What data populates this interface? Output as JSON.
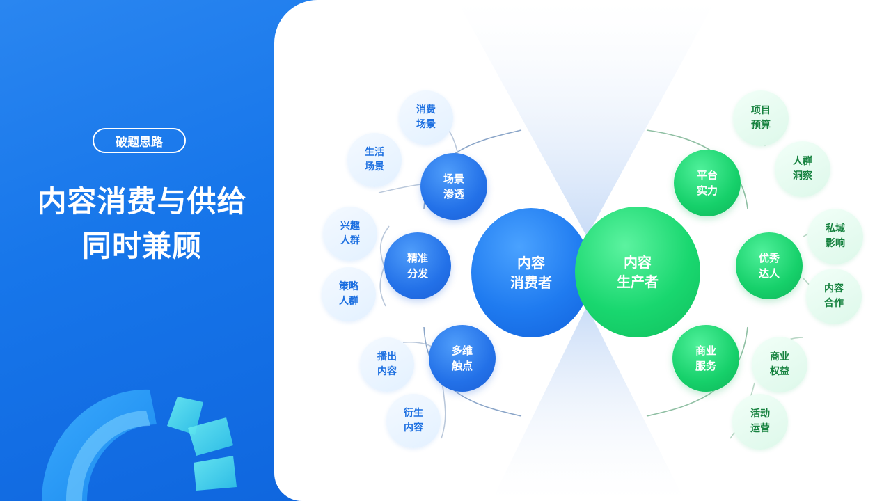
{
  "tag": "破题思路",
  "title_lines": [
    "内容消费与供给",
    "同时兼顾"
  ],
  "hubs": {
    "consumer": "内容\n消费者",
    "producer": "内容\n生产者"
  },
  "consumer_branches": [
    {
      "label": "场景\n渗透",
      "leaves": [
        "消费\n场景",
        "生活\n场景"
      ]
    },
    {
      "label": "精准\n分发",
      "leaves": [
        "兴趣\n人群",
        "策略\n人群"
      ]
    },
    {
      "label": "多维\n触点",
      "leaves": [
        "播出\n内容",
        "衍生\n内容"
      ]
    }
  ],
  "producer_branches": [
    {
      "label": "平台\n实力",
      "leaves": [
        "项目\n预算",
        "人群\n洞察"
      ]
    },
    {
      "label": "优秀\n达人",
      "leaves": [
        "私域\n影响",
        "内容\n合作"
      ]
    },
    {
      "label": "商业\n服务",
      "leaves": [
        "商业\n权益",
        "活动\n运营"
      ]
    }
  ],
  "colors": {
    "blue_primary": "#1f7bf0",
    "green_primary": "#19d76f",
    "blue_text": "#1c6fe0",
    "green_text": "#16823f",
    "panel_blue": "#1776ea"
  }
}
